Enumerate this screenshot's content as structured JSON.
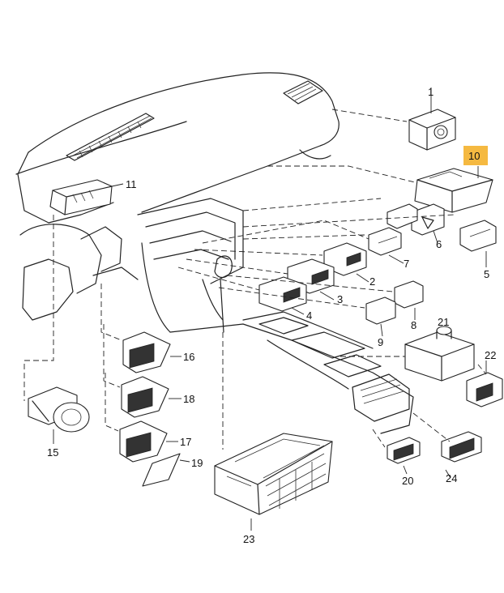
{
  "callouts": [
    {
      "id": "1",
      "text": "1"
    },
    {
      "id": "2",
      "text": "2"
    },
    {
      "id": "3",
      "text": "3"
    },
    {
      "id": "4",
      "text": "4"
    },
    {
      "id": "5",
      "text": "5"
    },
    {
      "id": "6",
      "text": "6"
    },
    {
      "id": "7",
      "text": "7"
    },
    {
      "id": "8",
      "text": "8"
    },
    {
      "id": "9",
      "text": "9"
    },
    {
      "id": "10",
      "text": "10",
      "highlighted": true
    },
    {
      "id": "11",
      "text": "11"
    },
    {
      "id": "15",
      "text": "15"
    },
    {
      "id": "16",
      "text": "16"
    },
    {
      "id": "17",
      "text": "17"
    },
    {
      "id": "18",
      "text": "18"
    },
    {
      "id": "19",
      "text": "19"
    },
    {
      "id": "20",
      "text": "20"
    },
    {
      "id": "21",
      "text": "21"
    },
    {
      "id": "22",
      "text": "22"
    },
    {
      "id": "23",
      "text": "23"
    },
    {
      "id": "24",
      "text": "24"
    }
  ],
  "colors": {
    "highlight": "#f5b941",
    "line": "#222222",
    "background": "#ffffff"
  }
}
